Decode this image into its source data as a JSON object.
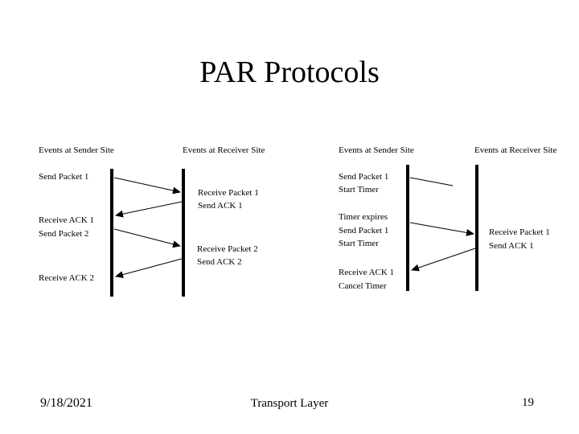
{
  "title": "PAR Protocols",
  "footer": {
    "date": "9/18/2021",
    "center": "Transport Layer",
    "page": "19"
  },
  "diagram1": {
    "header_sender": "Events at Sender Site",
    "header_receiver": "Events at Receiver Site",
    "sender_events": [
      "Send Packet 1",
      "Receive ACK 1",
      "Send Packet 2",
      "Receive ACK 2"
    ],
    "receiver_events": [
      "Receive Packet 1",
      "Send ACK 1",
      "Receive Packet 2",
      "Send ACK 2"
    ]
  },
  "diagram2": {
    "header_sender": "Events at Sender Site",
    "header_receiver": "Events at Receiver Site",
    "sender_events": [
      "Send Packet 1",
      "Start Timer",
      "Timer expires",
      "Send Packet 1",
      "Start Timer",
      "Receive ACK 1",
      "Cancel Timer"
    ],
    "receiver_events": [
      "Receive Packet 1",
      "Send ACK 1"
    ]
  },
  "colors": {
    "ink": "#000000",
    "background": "#ffffff"
  }
}
